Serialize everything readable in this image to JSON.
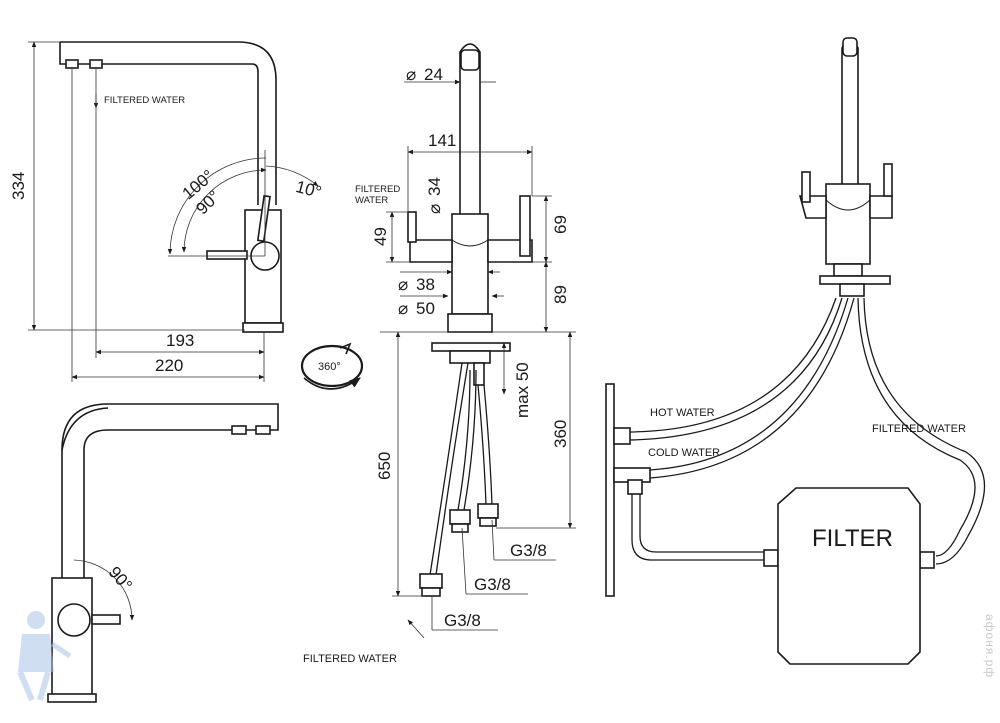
{
  "dimensions": {
    "height_334": "334",
    "reach_193": "193",
    "width_220": "220",
    "angle_100": "100°",
    "angle_90": "90°",
    "angle_10": "10°",
    "angle_90_side": "90°",
    "rotation_360": "360°",
    "dia_24": "24",
    "width_141": "141",
    "dia_34": "34",
    "height_49": "49",
    "height_69": "69",
    "dia_38": "38",
    "dia_50": "50",
    "height_89": "89",
    "max_50": "max 50",
    "len_360": "360",
    "len_650": "650",
    "thread_1": "G3/8",
    "thread_2": "G3/8",
    "thread_3": "G3/8"
  },
  "labels": {
    "filtered_water_top": "FILTERED WATER",
    "filtered_water_side_1": "FILTERED",
    "filtered_water_side_2": "WATER",
    "filtered_water_bottom": "FILTERED WATER",
    "hot_water": "HOT WATER",
    "cold_water": "COLD WATER",
    "filtered_water_right": "FILTERED WATER",
    "filter": "FILTER"
  },
  "watermark": "афоня.рф",
  "icons": [
    "diameter-symbol",
    "rotation-arrow-icon",
    "plumber-mascot-logo",
    "flow-arrow-icon"
  ]
}
